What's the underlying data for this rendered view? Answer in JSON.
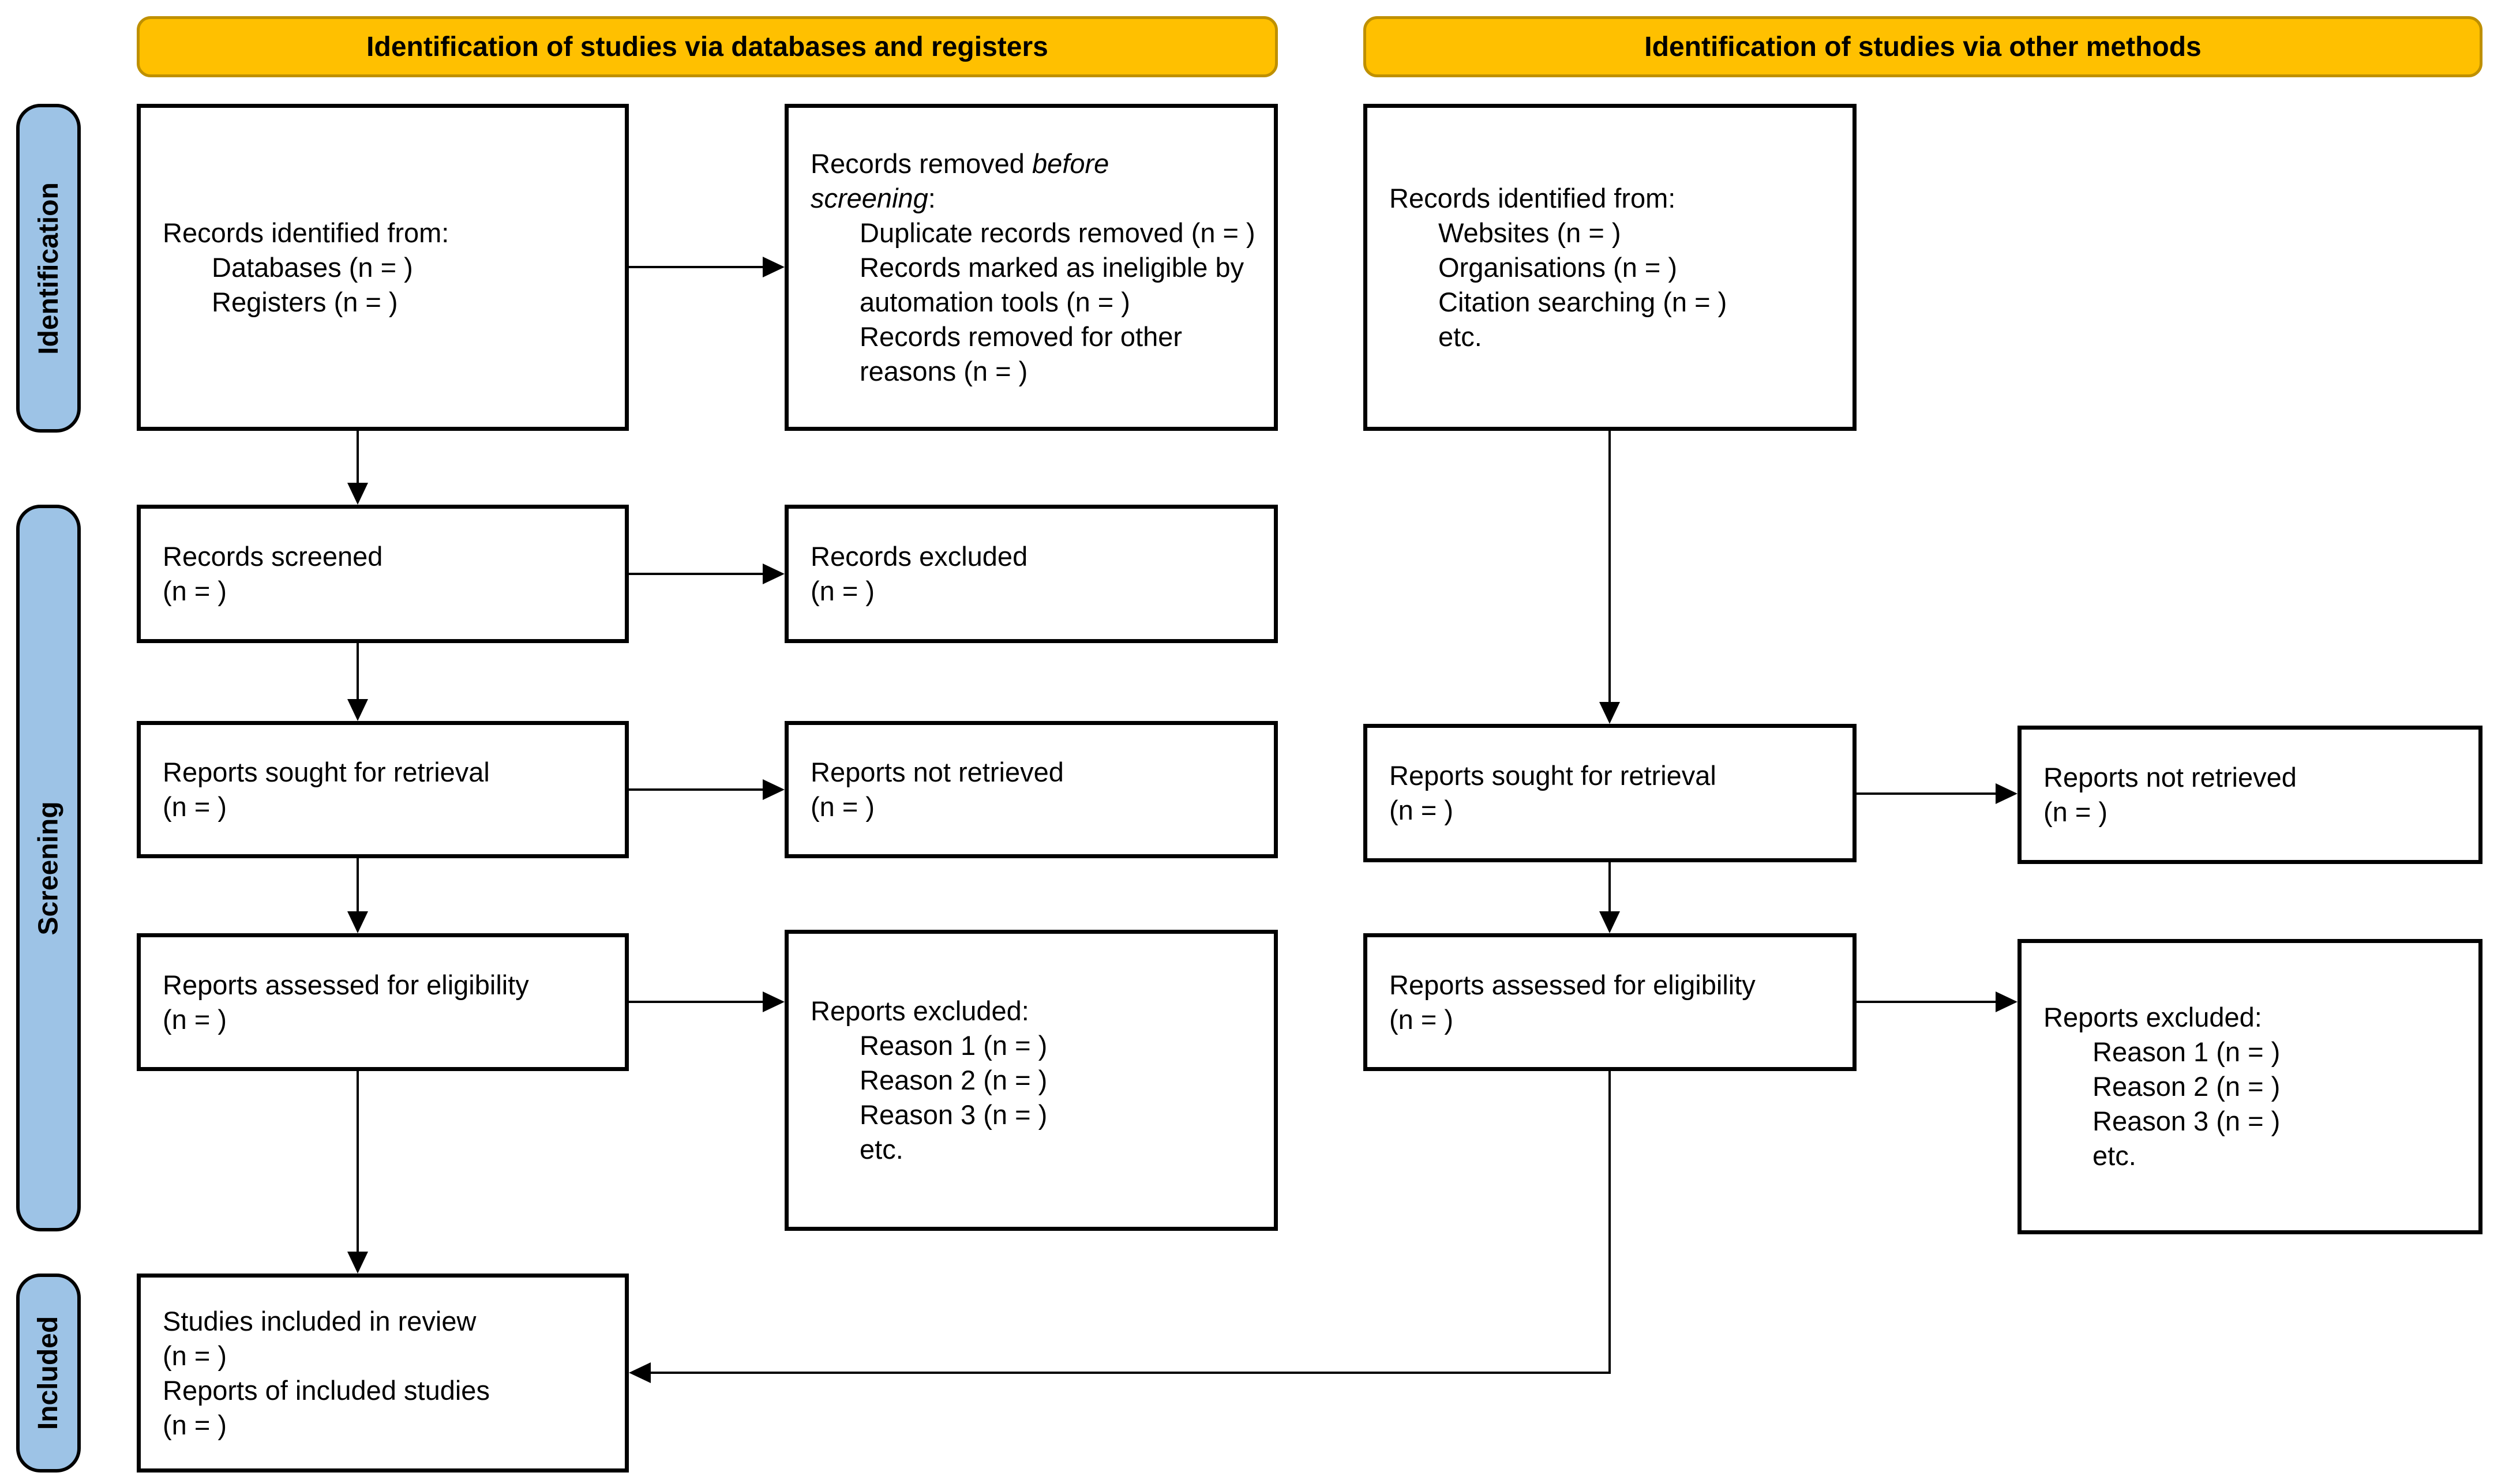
{
  "banners": {
    "left": "Identification of studies via databases and registers",
    "right": "Identification of studies via other methods"
  },
  "stages": {
    "identification": "Identification",
    "screening": "Screening",
    "included": "Included"
  },
  "boxes": {
    "records_identified_db": {
      "intro": "Records identified from:",
      "items": [
        "Databases (n = )",
        "Registers (n = )"
      ]
    },
    "records_removed": {
      "lead": "Records removed ",
      "italic_word1": "before",
      "italic_word2": "screening",
      "colon": ":",
      "items": [
        "Duplicate records removed (n = )",
        "Records marked as ineligible by automation tools (n = )",
        "Records removed for other reasons (n = )"
      ]
    },
    "records_identified_other": {
      "intro": "Records identified from:",
      "items": [
        "Websites (n = )",
        "Organisations (n = )",
        "Citation searching (n = )",
        "etc."
      ]
    },
    "records_screened": {
      "line1": "Records screened",
      "line2": "(n = )"
    },
    "records_excluded": {
      "line1": "Records excluded",
      "line2": "(n = )"
    },
    "reports_sought_db": {
      "line1": "Reports sought for retrieval",
      "line2": "(n = )"
    },
    "reports_not_retrieved_db": {
      "line1": "Reports not retrieved",
      "line2": "(n = )"
    },
    "reports_assessed_db": {
      "line1": "Reports assessed for eligibility",
      "line2": "(n = )"
    },
    "reports_excluded_db": {
      "intro": "Reports excluded:",
      "items": [
        "Reason 1 (n = )",
        "Reason 2 (n = )",
        "Reason 3 (n = )",
        "etc."
      ]
    },
    "reports_sought_other": {
      "line1": "Reports sought for retrieval",
      "line2": "(n = )"
    },
    "reports_not_retrieved_other": {
      "line1": "Reports not retrieved",
      "line2": "(n = )"
    },
    "reports_assessed_other": {
      "line1": "Reports assessed for eligibility",
      "line2": "(n = )"
    },
    "reports_excluded_other": {
      "intro": "Reports excluded:",
      "items": [
        "Reason 1 (n = )",
        "Reason 2 (n = )",
        "Reason 3 (n = )",
        "etc."
      ]
    },
    "studies_included": {
      "lines": [
        "Studies included in review",
        "(n = )",
        "Reports of included studies",
        "(n = )"
      ]
    }
  },
  "colors": {
    "banner_bg": "#FFC000",
    "banner_border": "#BF9000",
    "stage_bg": "#9DC3E6",
    "stage_border": "#000000",
    "box_bg": "#FFFFFF",
    "box_border": "#000000",
    "arrow": "#000000",
    "text": "#000000"
  }
}
